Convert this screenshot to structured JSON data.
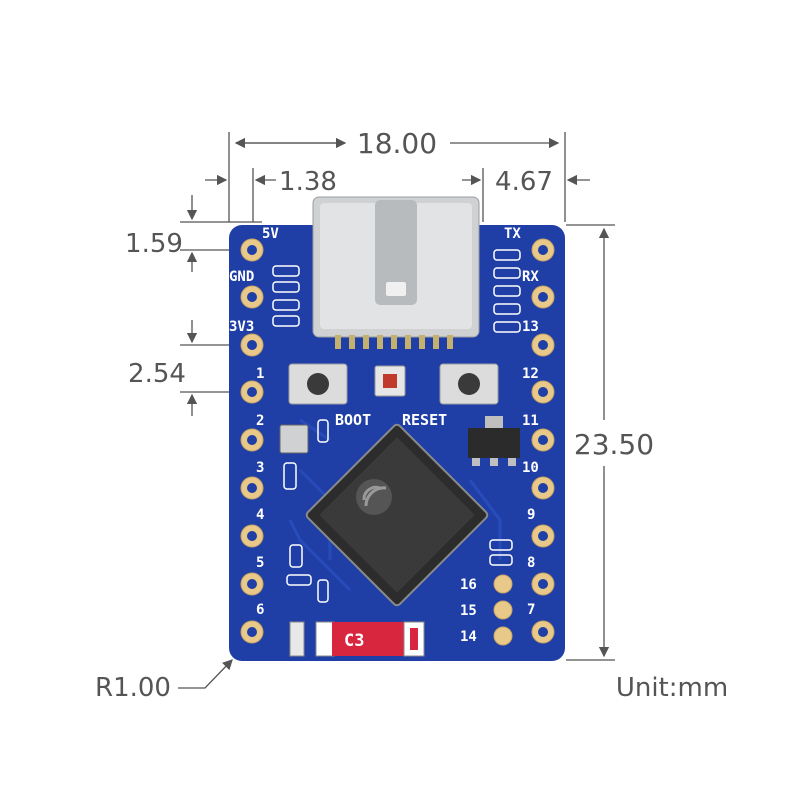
{
  "dimensions": {
    "width": "18.00",
    "left_offset": "1.38",
    "right_offset": "4.67",
    "top_offset": "1.59",
    "pin_pitch": "2.54",
    "height": "23.50",
    "corner_radius": "R1.00",
    "unit": "Unit:mm"
  },
  "board": {
    "color": "#1f3fa6",
    "left_pins": [
      "5V",
      "GND",
      "3V3",
      "1",
      "2",
      "3",
      "4",
      "5",
      "6"
    ],
    "right_pins": [
      "TX",
      "RX",
      "13",
      "12",
      "11",
      "10",
      "9",
      "8",
      "7"
    ],
    "bottom_pads": [
      "16",
      "15",
      "14"
    ],
    "boot_label": "BOOT",
    "reset_label": "RESET",
    "cap_label": "C3"
  }
}
